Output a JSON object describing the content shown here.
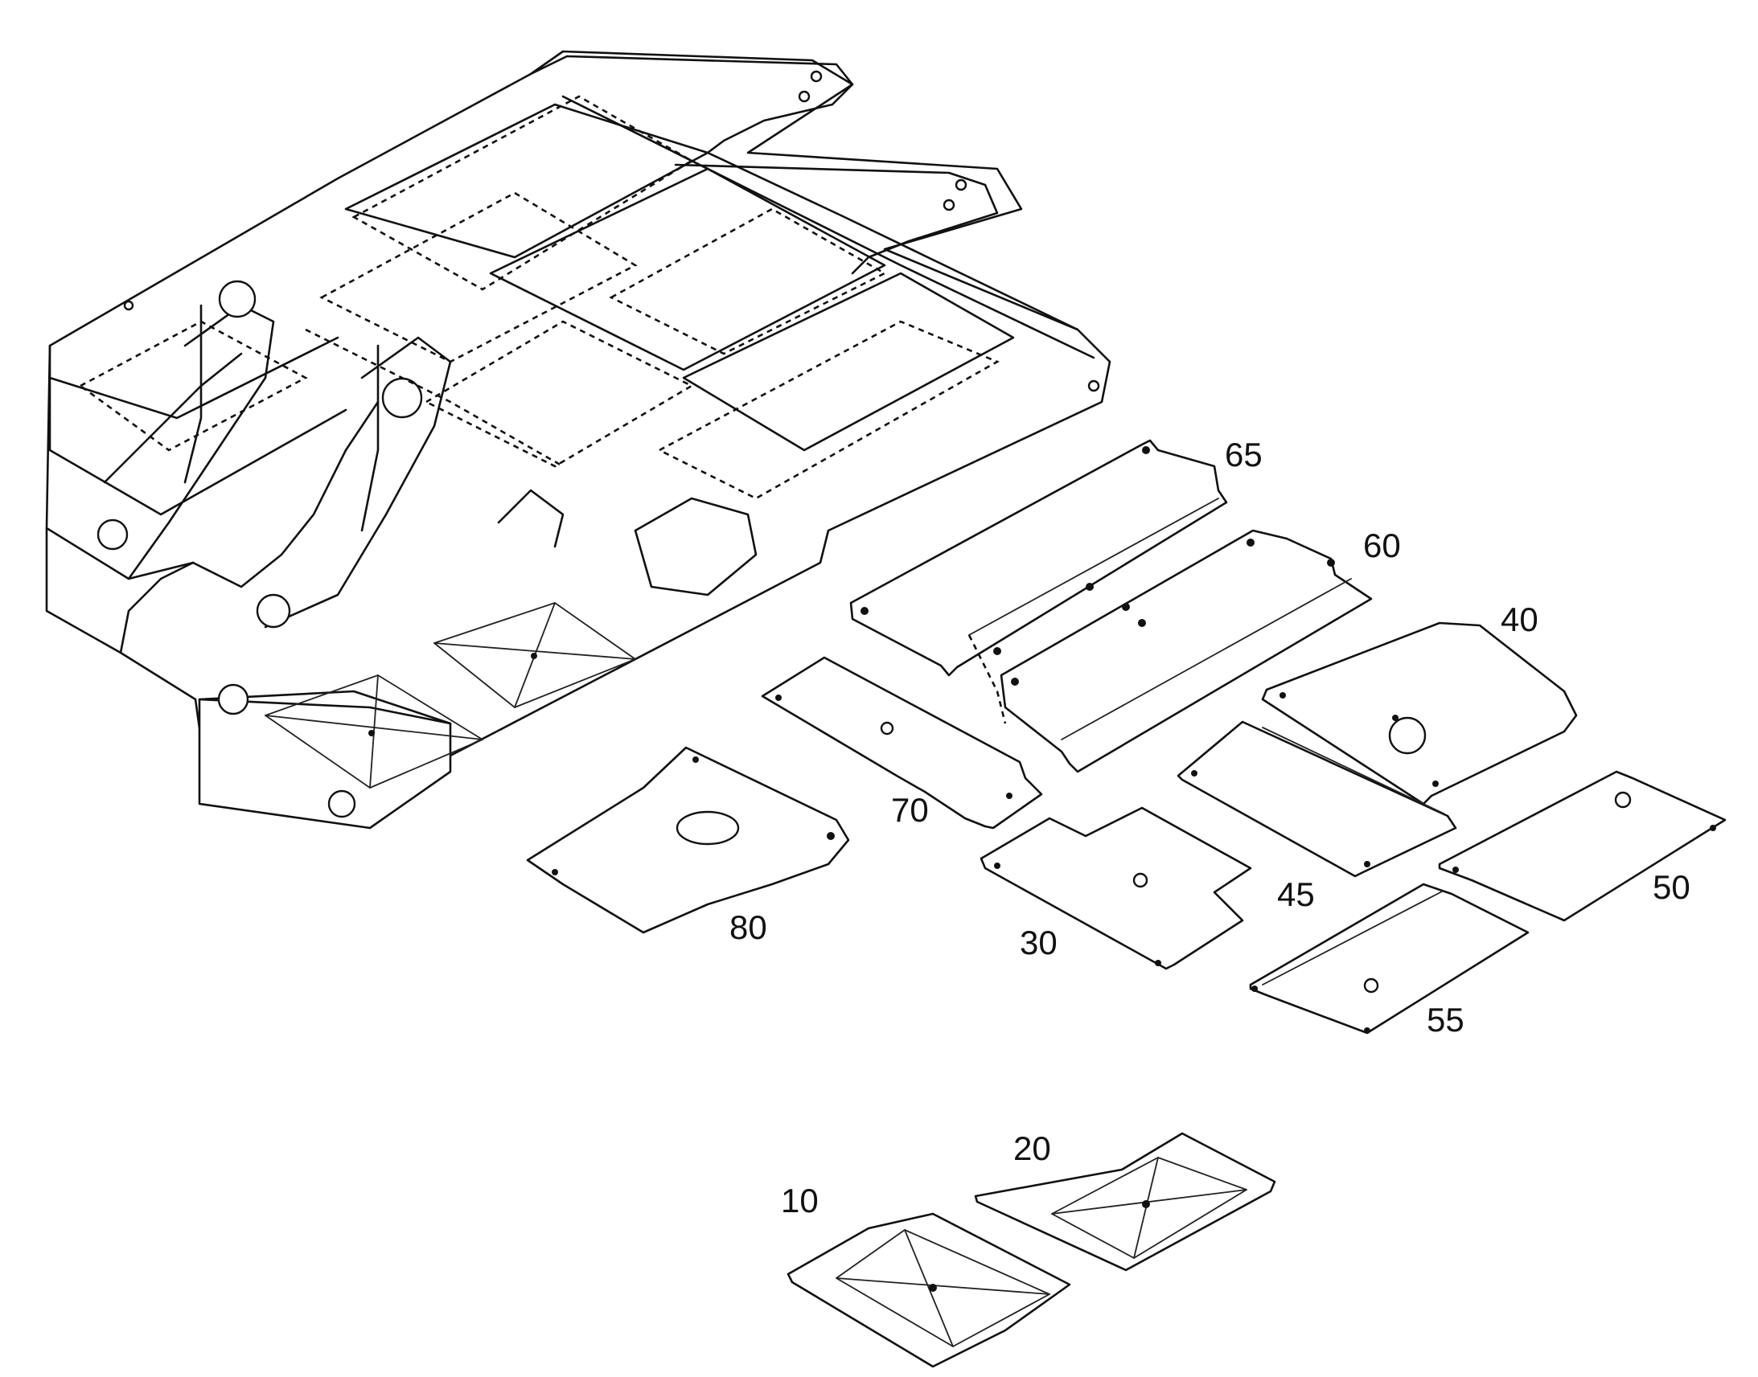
{
  "diagram": {
    "type": "exploded-parts-view",
    "parts": [
      {
        "id": "part-65",
        "label": "65"
      },
      {
        "id": "part-60",
        "label": "60"
      },
      {
        "id": "part-40",
        "label": "40"
      },
      {
        "id": "part-70",
        "label": "70"
      },
      {
        "id": "part-45",
        "label": "45"
      },
      {
        "id": "part-50",
        "label": "50"
      },
      {
        "id": "part-80",
        "label": "80"
      },
      {
        "id": "part-30",
        "label": "30"
      },
      {
        "id": "part-55",
        "label": "55"
      },
      {
        "id": "part-20",
        "label": "20"
      },
      {
        "id": "part-10",
        "label": "10"
      }
    ]
  }
}
